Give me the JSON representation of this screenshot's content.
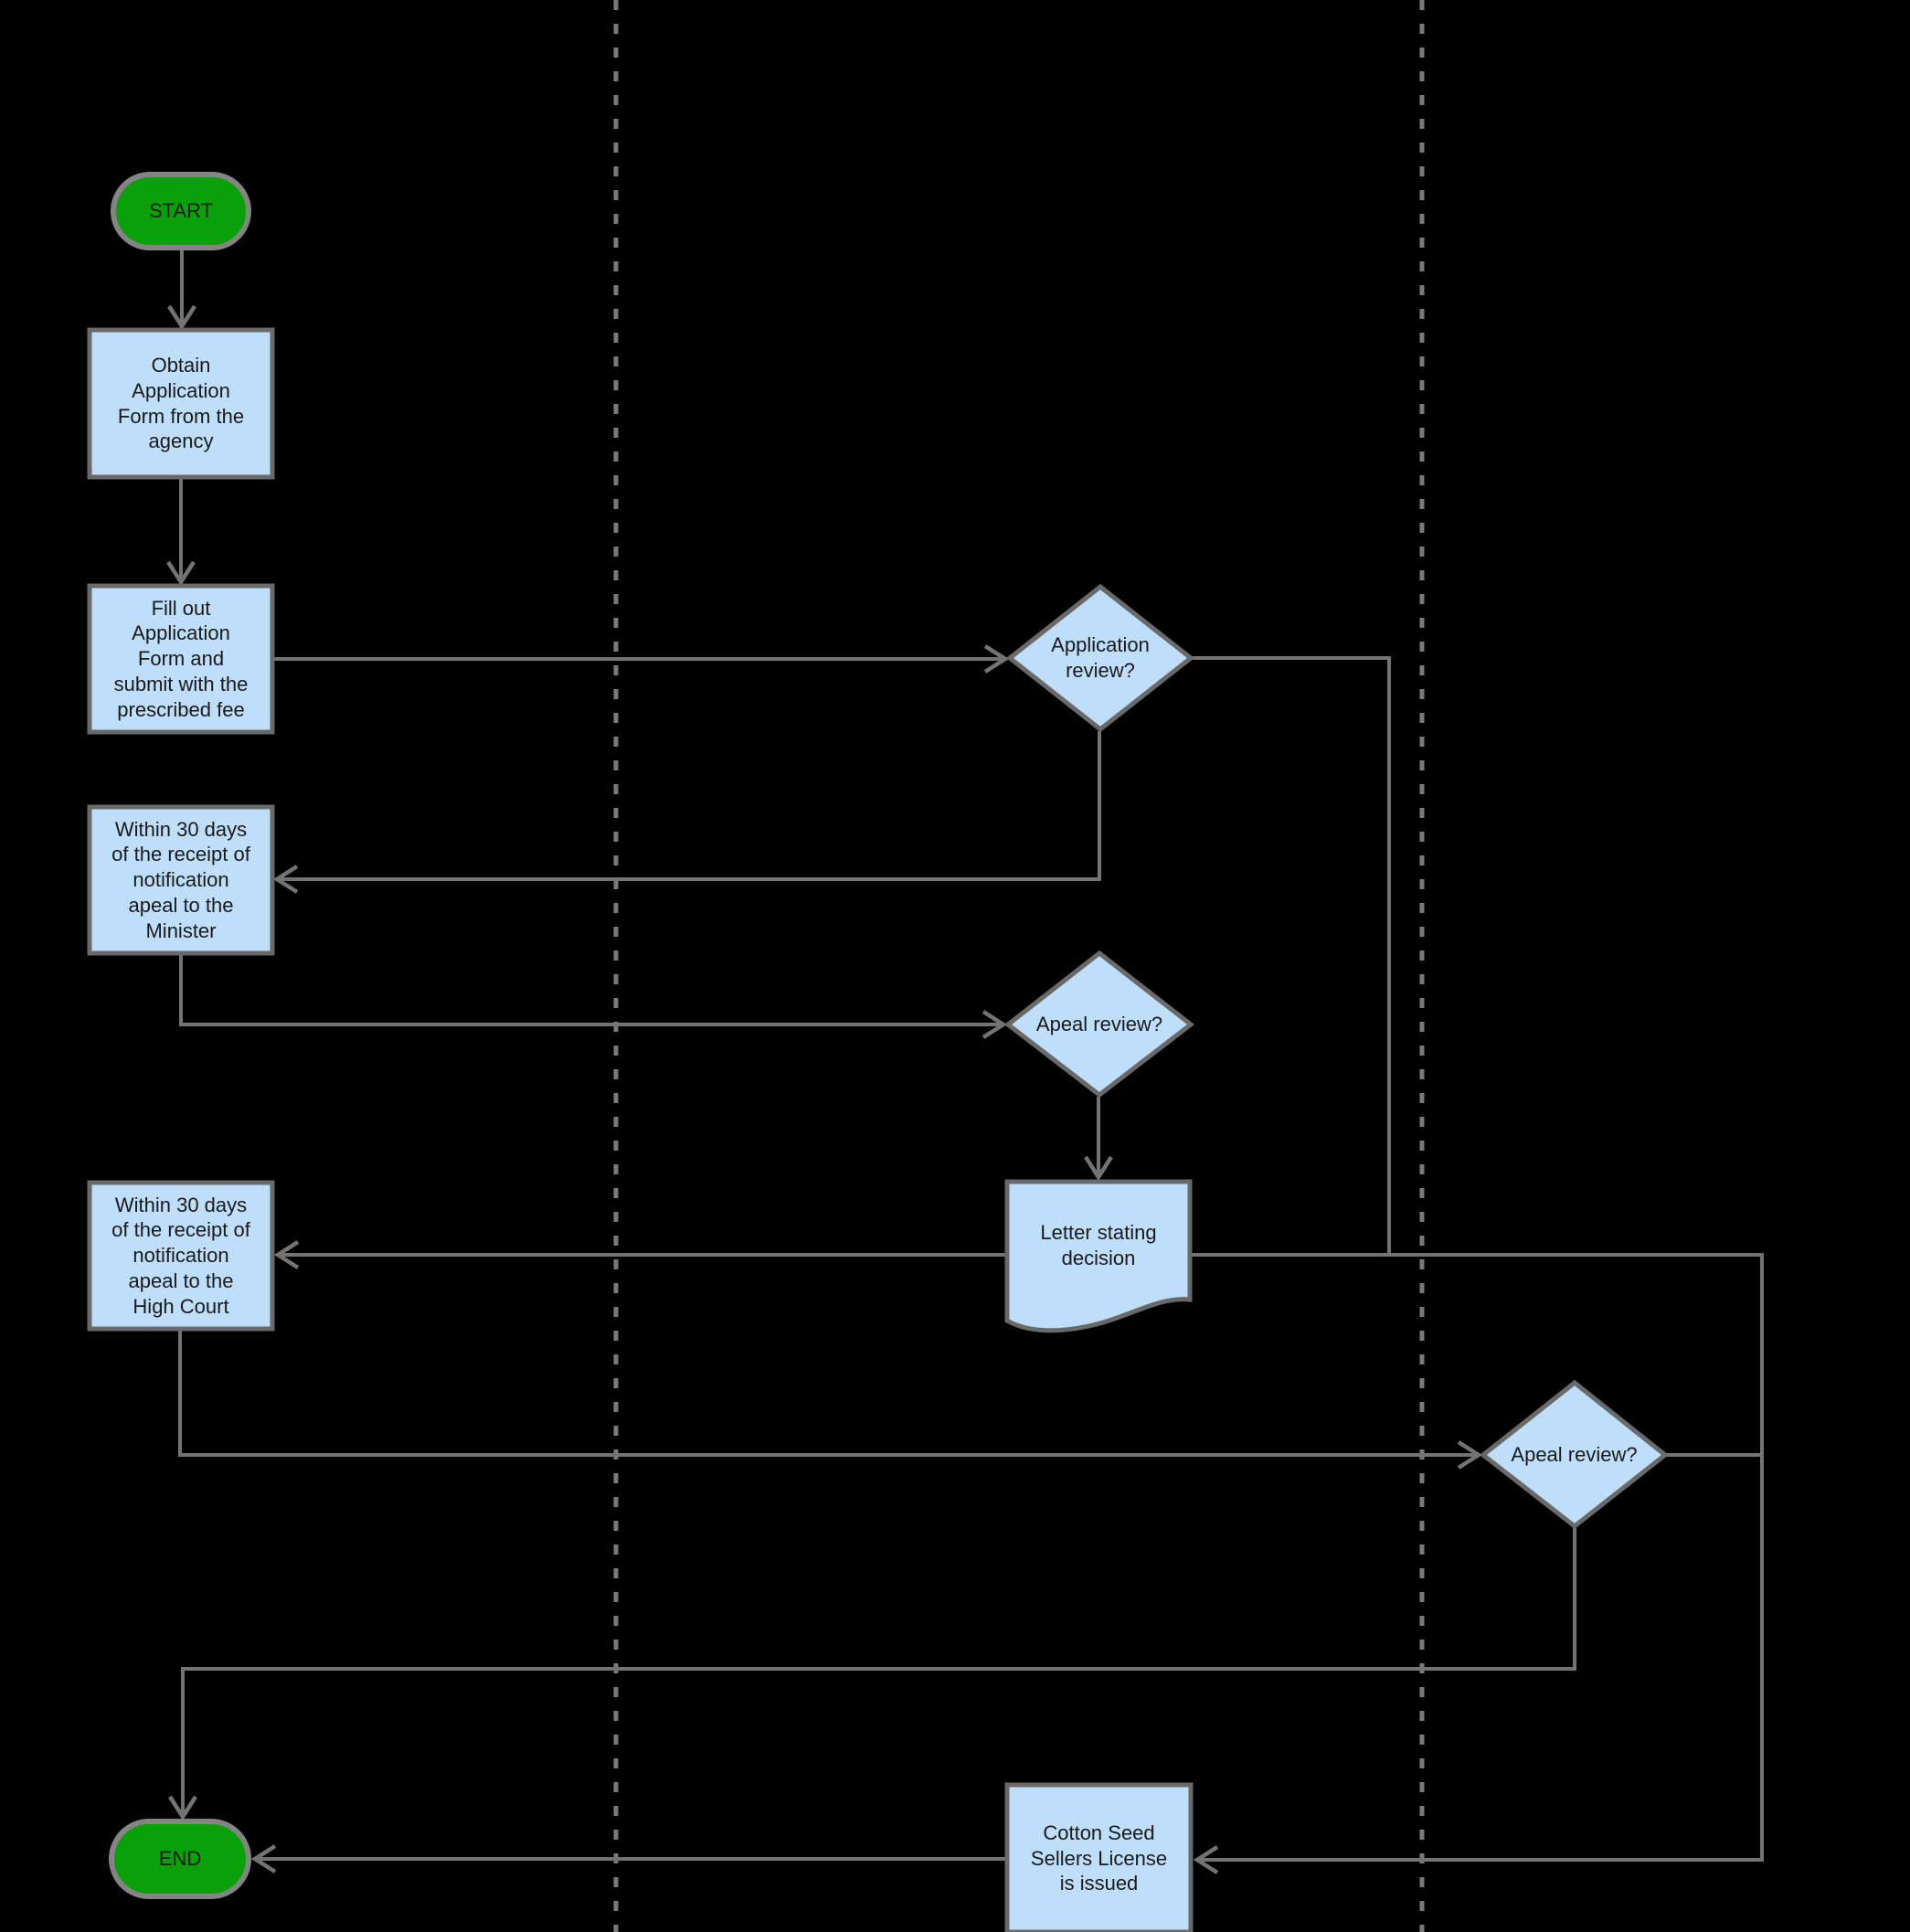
{
  "diagram": {
    "type": "flowchart",
    "background": "#000000",
    "lane_divider_count": 2,
    "colors": {
      "process_fill": "#BFDEF9",
      "process_border": "#696969",
      "terminal_fill": "#0AA00A",
      "terminal_border": "#848484",
      "connector": "#737373",
      "lane_divider": "#7A7A7A",
      "text": "#1A1A1A"
    },
    "nodes": [
      {
        "id": "start",
        "type": "terminal",
        "label": "START"
      },
      {
        "id": "obtain-form",
        "type": "process",
        "label": "Obtain\nApplication\nForm from the\nagency"
      },
      {
        "id": "fill-form",
        "type": "process",
        "label": "Fill out\nApplication\nForm and\nsubmit with the\nprescribed fee"
      },
      {
        "id": "application-review",
        "type": "decision",
        "label": "Application\nreview?"
      },
      {
        "id": "appeal-minister",
        "type": "process",
        "label": "Within 30 days\nof the receipt of\nnotification\napeal to the\nMinister"
      },
      {
        "id": "appeal-review-1",
        "type": "decision",
        "label": "Apeal review?"
      },
      {
        "id": "letter-decision",
        "type": "document",
        "label": "Letter stating\ndecision"
      },
      {
        "id": "appeal-high-court",
        "type": "process",
        "label": "Within 30 days\nof the receipt of\nnotification\napeal to the\nHigh Court"
      },
      {
        "id": "appeal-review-2",
        "type": "decision",
        "label": "Apeal review?"
      },
      {
        "id": "license-issued",
        "type": "process",
        "label": "Cotton Seed\nSellers License\nis issued"
      },
      {
        "id": "end",
        "type": "terminal",
        "label": "END"
      }
    ],
    "edges": [
      {
        "from": "start",
        "to": "obtain-form"
      },
      {
        "from": "obtain-form",
        "to": "fill-form"
      },
      {
        "from": "fill-form",
        "to": "application-review"
      },
      {
        "from": "application-review",
        "to": "appeal-minister"
      },
      {
        "from": "application-review",
        "to": "license-issued"
      },
      {
        "from": "appeal-minister",
        "to": "appeal-review-1"
      },
      {
        "from": "appeal-review-1",
        "to": "letter-decision"
      },
      {
        "from": "letter-decision",
        "to": "appeal-high-court"
      },
      {
        "from": "letter-decision",
        "to": "license-issued"
      },
      {
        "from": "appeal-high-court",
        "to": "appeal-review-2"
      },
      {
        "from": "appeal-review-2",
        "to": "license-issued"
      },
      {
        "from": "appeal-review-2",
        "to": "end"
      },
      {
        "from": "license-issued",
        "to": "end"
      }
    ]
  }
}
